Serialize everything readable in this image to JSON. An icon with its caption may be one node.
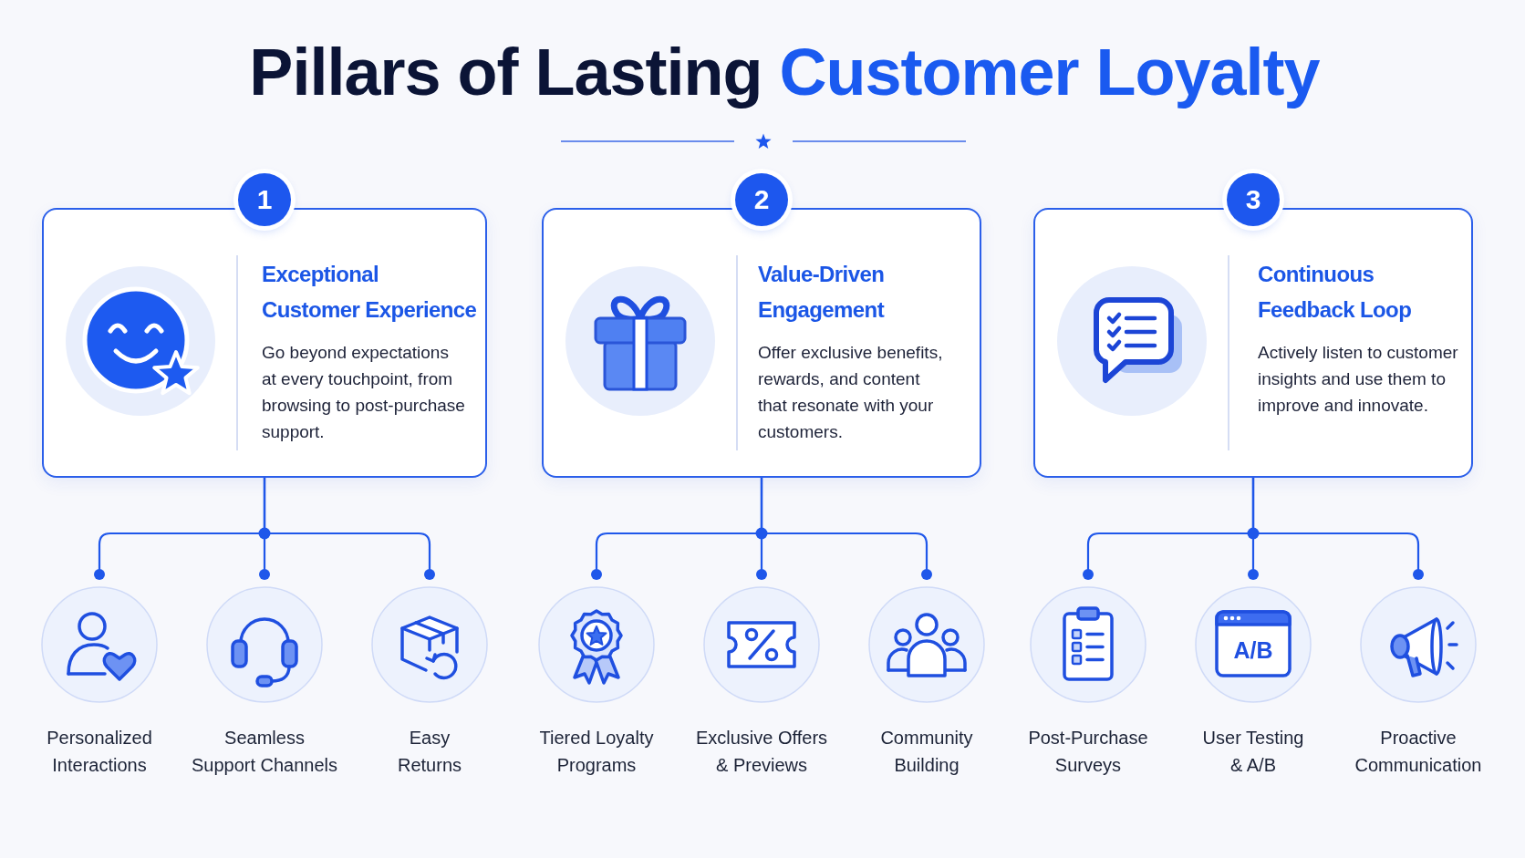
{
  "diagram": {
    "title": "Pillars of Lasting Customer Loyalty",
    "nodes": [
      {
        "text": [
          "1"
        ]
      },
      {
        "text": [
          "Exceptional Customer Experience",
          "Go beyond expectations at every touchpoint, from browsing to post-purchase support."
        ]
      },
      {
        "text": [
          "2"
        ]
      },
      {
        "text": [
          "Value-Driven Engagement",
          "Offer exclusive benefits, rewards, and content that resonate with your customers."
        ]
      },
      {
        "text": [
          "3"
        ]
      },
      {
        "text": [
          "Continuous Feedback Loop",
          "Actively listen to customer insights and use them to improve and innovate."
        ]
      },
      {
        "text": [
          "Personalized Interactions"
        ]
      },
      {
        "text": [
          "Seamless Support Channels"
        ]
      },
      {
        "text": [
          "Easy Returns"
        ]
      },
      {
        "text": [
          "Tiered Loyalty Programs"
        ]
      },
      {
        "text": [
          "Exclusive Offers & Previews"
        ]
      },
      {
        "text": [
          "Community Building"
        ]
      },
      {
        "text": [
          "Post-Purchase Surveys"
        ]
      },
      {
        "text": [
          "User Testing & A/B"
        ]
      },
      {
        "text": [
          "Proactive Communication"
        ]
      }
    ],
    "edges": [
      {
        "from": 1,
        "to": 6,
        "arrow": "other"
      },
      {
        "from": 1,
        "to": 7,
        "arrow": "other"
      },
      {
        "from": 1,
        "to": 8,
        "arrow": "other"
      },
      {
        "from": 3,
        "to": 9,
        "arrow": "other"
      },
      {
        "from": 3,
        "to": 10,
        "arrow": "other"
      },
      {
        "from": 3,
        "to": 11,
        "arrow": "other"
      },
      {
        "from": 5,
        "to": 12,
        "arrow": "other"
      },
      {
        "from": 5,
        "to": 13,
        "arrow": "other"
      },
      {
        "from": 5,
        "to": 14,
        "arrow": "other"
      }
    ],
    "labels": [
      "A/B"
    ]
  }
}
